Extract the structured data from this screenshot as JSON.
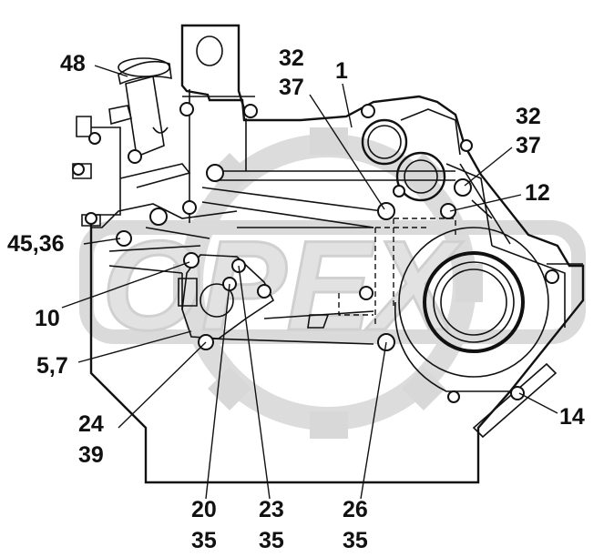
{
  "watermark": {
    "text": "OPEX",
    "color": "#d8d8d8"
  },
  "callouts": [
    {
      "id": "48",
      "lines": [
        "48"
      ]
    },
    {
      "id": "32-37-top",
      "lines": [
        "32",
        "37"
      ]
    },
    {
      "id": "1",
      "lines": [
        "1"
      ]
    },
    {
      "id": "32-37-right",
      "lines": [
        "32",
        "37"
      ]
    },
    {
      "id": "12",
      "lines": [
        "12"
      ]
    },
    {
      "id": "45-36",
      "lines": [
        "45,36"
      ]
    },
    {
      "id": "10",
      "lines": [
        "10"
      ]
    },
    {
      "id": "5-7",
      "lines": [
        "5,7"
      ]
    },
    {
      "id": "24-39",
      "lines": [
        "24",
        "39"
      ]
    },
    {
      "id": "14",
      "lines": [
        "14"
      ]
    },
    {
      "id": "20-35",
      "lines": [
        "20",
        "35"
      ]
    },
    {
      "id": "23-35",
      "lines": [
        "23",
        "35"
      ]
    },
    {
      "id": "26-35",
      "lines": [
        "26",
        "35"
      ]
    }
  ],
  "colors": {
    "ink": "#111111",
    "paper": "#ffffff"
  }
}
